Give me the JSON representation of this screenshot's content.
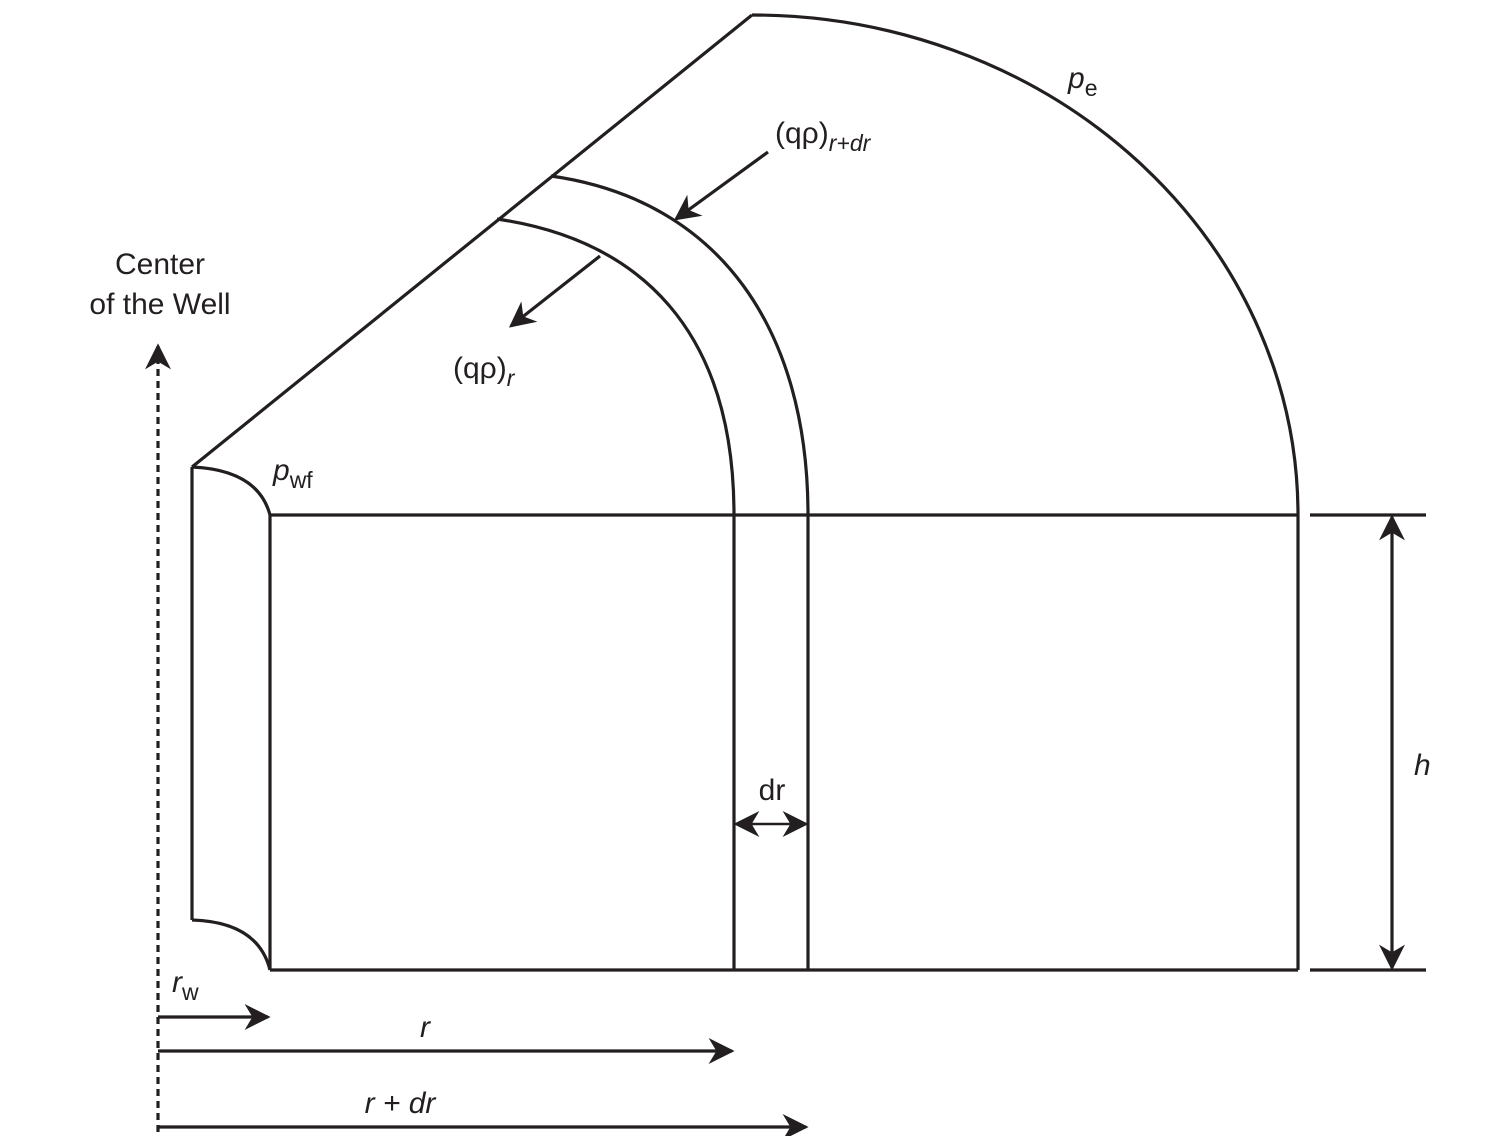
{
  "labels": {
    "center_line1": "Center",
    "center_line2": "of the Well",
    "pe_main": "p",
    "pe_sub": "e",
    "pwf_main": "p",
    "pwf_sub": "wf",
    "qrho_rdr_main": "(qρ)",
    "qrho_rdr_sub": "r+dr",
    "qrho_r_main": "(qρ)",
    "qrho_r_sub": "r",
    "dr": "dr",
    "h": "h",
    "rw_main": "r",
    "rw_sub": "w",
    "r": "r",
    "r_plus_dr": "r + dr"
  },
  "colors": {
    "stroke": "#231f20",
    "background": "#ffffff"
  }
}
